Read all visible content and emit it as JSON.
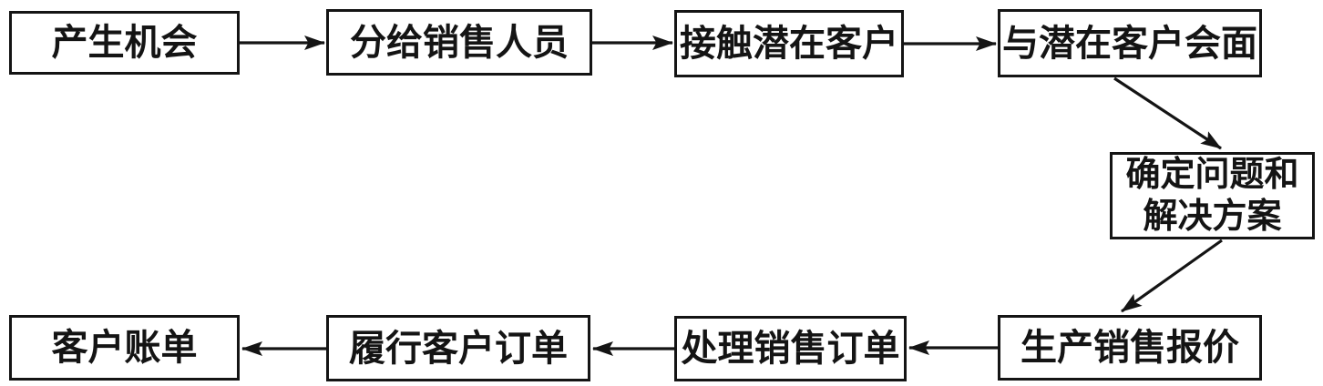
{
  "diagram": {
    "type": "flowchart",
    "description": "Sales process flow diagram",
    "colors": {
      "line": "#141414",
      "bg": "#ffffff"
    },
    "nodes": [
      {
        "id": "generate-opportunity",
        "label": "产生机会"
      },
      {
        "id": "assign-to-sales",
        "label": "分给销售人员"
      },
      {
        "id": "contact-prospect",
        "label": "接触潜在客户"
      },
      {
        "id": "meet-prospect",
        "label": "与潜在客户会面"
      },
      {
        "id": "determine-solution",
        "label": "确定问题和\n解决方案"
      },
      {
        "id": "produce-quote",
        "label": "生产销售报价"
      },
      {
        "id": "process-sales-order",
        "label": "处理销售订单"
      },
      {
        "id": "fulfill-order",
        "label": "履行客户订单"
      },
      {
        "id": "customer-billing",
        "label": "客户账单"
      }
    ],
    "edges": [
      {
        "from": "产生机会",
        "to": "分给销售人员"
      },
      {
        "from": "分给销售人员",
        "to": "接触潜在客户"
      },
      {
        "from": "接触潜在客户",
        "to": "与潜在客户会面"
      },
      {
        "from": "与潜在客户会面",
        "to": "确定问题和解决方案"
      },
      {
        "from": "确定问题和解决方案",
        "to": "生产销售报价"
      },
      {
        "from": "生产销售报价",
        "to": "处理销售订单"
      },
      {
        "from": "处理销售订单",
        "to": "履行客户订单"
      },
      {
        "from": "履行客户订单",
        "to": "客户账单"
      }
    ]
  }
}
